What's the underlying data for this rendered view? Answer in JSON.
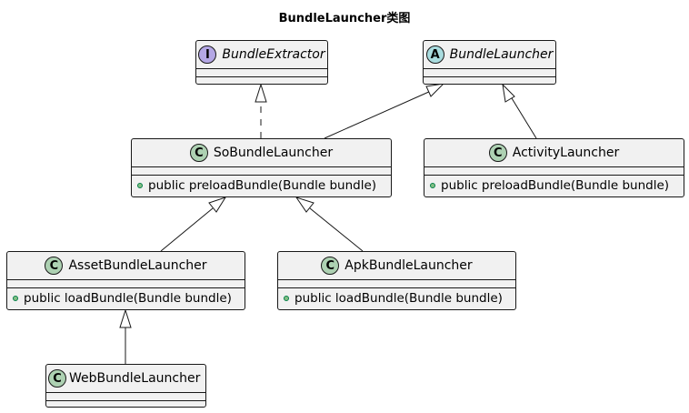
{
  "title": "BundleLauncher类图",
  "colors": {
    "class_badge": "#add1b2",
    "interface_badge": "#b4a7e5",
    "abstract_badge": "#a9dcdf",
    "box_fill": "#f1f1f1",
    "line": "#181818"
  },
  "classes": {
    "bundle_extractor": {
      "name": "BundleExtractor",
      "stereotype": "I",
      "kind": "interface",
      "members": []
    },
    "bundle_launcher": {
      "name": "BundleLauncher",
      "stereotype": "A",
      "kind": "abstract",
      "members": []
    },
    "so_bundle_launcher": {
      "name": "SoBundleLauncher",
      "stereotype": "C",
      "kind": "class",
      "members": [
        "public preloadBundle(Bundle bundle)"
      ]
    },
    "activity_launcher": {
      "name": "ActivityLauncher",
      "stereotype": "C",
      "kind": "class",
      "members": [
        "public preloadBundle(Bundle bundle)"
      ]
    },
    "asset_bundle_launcher": {
      "name": "AssetBundleLauncher",
      "stereotype": "C",
      "kind": "class",
      "members": [
        "public loadBundle(Bundle bundle)"
      ]
    },
    "apk_bundle_launcher": {
      "name": "ApkBundleLauncher",
      "stereotype": "C",
      "kind": "class",
      "members": [
        "public loadBundle(Bundle bundle)"
      ]
    },
    "web_bundle_launcher": {
      "name": "WebBundleLauncher",
      "stereotype": "C",
      "kind": "class",
      "members": []
    }
  },
  "relations": [
    {
      "from": "SoBundleLauncher",
      "to": "BundleExtractor",
      "type": "realization"
    },
    {
      "from": "SoBundleLauncher",
      "to": "BundleLauncher",
      "type": "inheritance"
    },
    {
      "from": "ActivityLauncher",
      "to": "BundleLauncher",
      "type": "inheritance"
    },
    {
      "from": "AssetBundleLauncher",
      "to": "SoBundleLauncher",
      "type": "inheritance"
    },
    {
      "from": "ApkBundleLauncher",
      "to": "SoBundleLauncher",
      "type": "inheritance"
    },
    {
      "from": "WebBundleLauncher",
      "to": "AssetBundleLauncher",
      "type": "inheritance"
    }
  ]
}
